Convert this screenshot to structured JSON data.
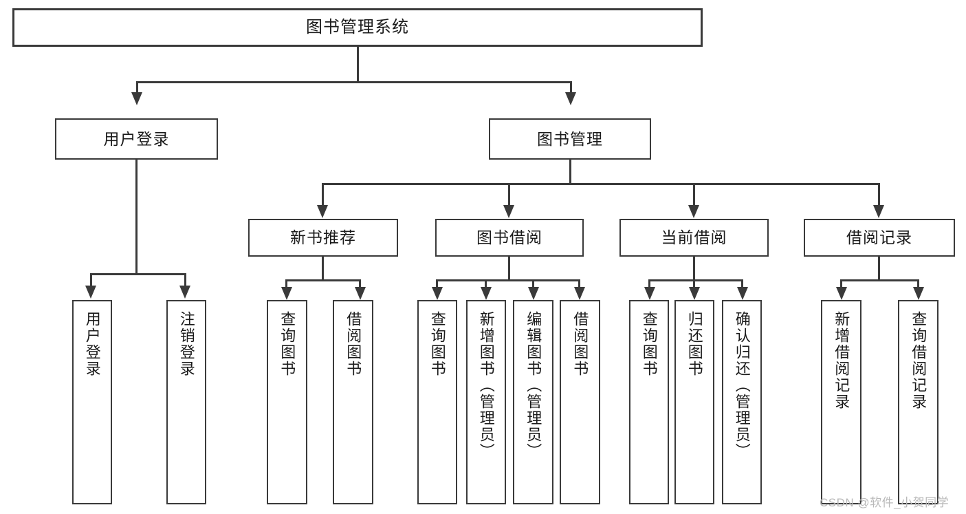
{
  "diagram": {
    "type": "tree-hierarchy-chart",
    "title": "图书管理系统",
    "orientation": "top-down",
    "line_color": "#3a3a3a",
    "box_fill": "#ffffff",
    "text_color": "#1b1b1b"
  },
  "root": {
    "label": "图书管理系统"
  },
  "level2": [
    {
      "label": "用户登录"
    },
    {
      "label": "图书管理"
    }
  ],
  "level3": [
    {
      "label": "新书推荐"
    },
    {
      "label": "图书借阅"
    },
    {
      "label": "当前借阅"
    },
    {
      "label": "借阅记录"
    }
  ],
  "leaves": {
    "user_login": [
      {
        "label": "用户登录"
      },
      {
        "label": "注销登录"
      }
    ],
    "new_book_recommend": [
      {
        "label": "查询图书"
      },
      {
        "label": "借阅图书"
      }
    ],
    "book_borrow": [
      {
        "label": "查询图书"
      },
      {
        "label": "新增图书（管理员）"
      },
      {
        "label": "编辑图书（管理员）"
      },
      {
        "label": "借阅图书"
      }
    ],
    "current_borrow": [
      {
        "label": "查询图书"
      },
      {
        "label": "归还图书"
      },
      {
        "label": "确认归还（管理员）"
      }
    ],
    "borrow_record": [
      {
        "label": "新增借阅记录"
      },
      {
        "label": "查询借阅记录"
      }
    ]
  },
  "watermark": {
    "text": "CSDN @软件_小贺同学"
  }
}
